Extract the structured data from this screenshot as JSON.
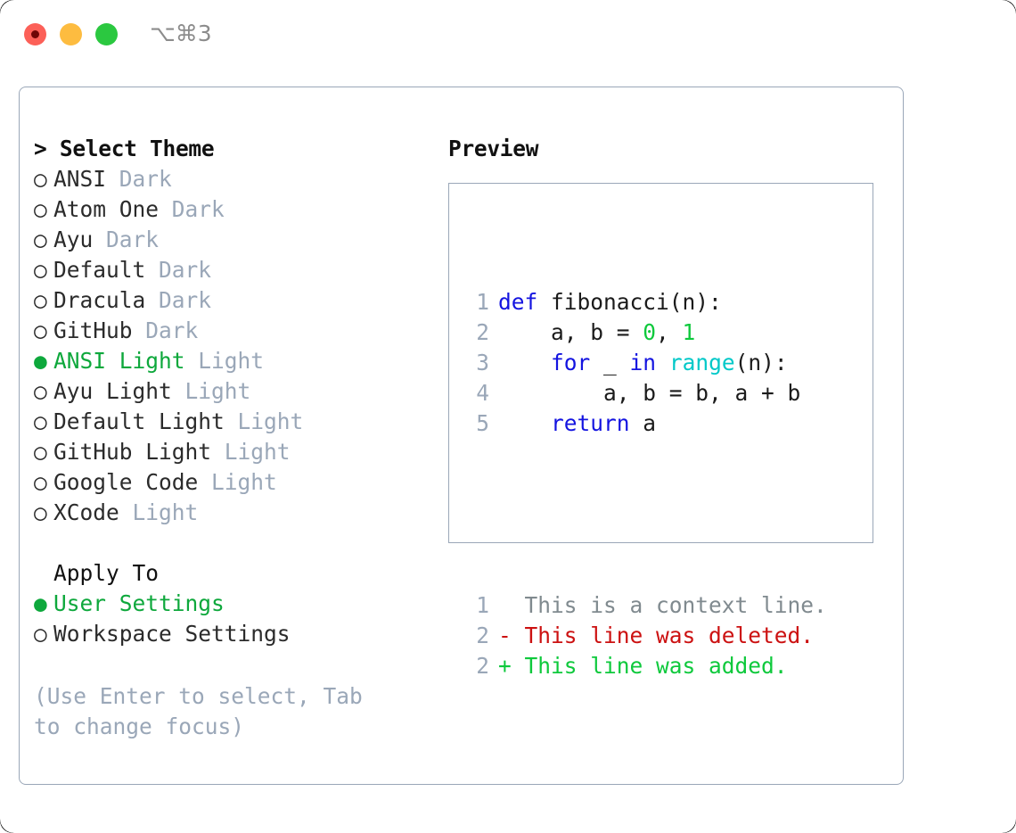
{
  "window": {
    "title": "⌥⌘3",
    "traffic_lights": [
      {
        "name": "close",
        "color": "#fc6058"
      },
      {
        "name": "minimize",
        "color": "#fdbc40"
      },
      {
        "name": "zoom",
        "color": "#2bc840"
      }
    ]
  },
  "theme_panel": {
    "header": "> Select Theme",
    "items": [
      {
        "bullet": "○",
        "name": "ANSI",
        "kind": "Dark",
        "selected": false
      },
      {
        "bullet": "○",
        "name": "Atom One",
        "kind": "Dark",
        "selected": false
      },
      {
        "bullet": "○",
        "name": "Ayu",
        "kind": "Dark",
        "selected": false
      },
      {
        "bullet": "○",
        "name": "Default",
        "kind": "Dark",
        "selected": false
      },
      {
        "bullet": "○",
        "name": "Dracula",
        "kind": "Dark",
        "selected": false
      },
      {
        "bullet": "○",
        "name": "GitHub",
        "kind": "Dark",
        "selected": false
      },
      {
        "bullet": "●",
        "name": "ANSI Light",
        "kind": "Light",
        "selected": true
      },
      {
        "bullet": "○",
        "name": "Ayu Light",
        "kind": "Light",
        "selected": false
      },
      {
        "bullet": "○",
        "name": "Default Light",
        "kind": "Light",
        "selected": false
      },
      {
        "bullet": "○",
        "name": "GitHub Light",
        "kind": "Light",
        "selected": false
      },
      {
        "bullet": "○",
        "name": "Google Code",
        "kind": "Light",
        "selected": false
      },
      {
        "bullet": "○",
        "name": "XCode",
        "kind": "Light",
        "selected": false
      }
    ]
  },
  "apply_to": {
    "header": "Apply To",
    "options": [
      {
        "bullet": "●",
        "label": "User Settings",
        "selected": true
      },
      {
        "bullet": "○",
        "label": "Workspace Settings",
        "selected": false
      }
    ]
  },
  "hint": "(Use Enter to select, Tab to change focus)",
  "preview": {
    "title": "Preview",
    "code_lines": [
      {
        "num": "1",
        "segments": [
          {
            "text": "def ",
            "style": "tok-kw"
          },
          {
            "text": "fibonacci(n):",
            "style": "tok-txt"
          }
        ]
      },
      {
        "num": "2",
        "segments": [
          {
            "text": "    a, b = ",
            "style": "tok-txt"
          },
          {
            "text": "0",
            "style": "tok-num"
          },
          {
            "text": ", ",
            "style": "tok-txt"
          },
          {
            "text": "1",
            "style": "tok-num"
          }
        ]
      },
      {
        "num": "3",
        "segments": [
          {
            "text": "    ",
            "style": "tok-txt"
          },
          {
            "text": "for",
            "style": "tok-kw"
          },
          {
            "text": " _ ",
            "style": "tok-txt"
          },
          {
            "text": "in",
            "style": "tok-kw"
          },
          {
            "text": " ",
            "style": "tok-txt"
          },
          {
            "text": "range",
            "style": "tok-fn"
          },
          {
            "text": "(n):",
            "style": "tok-txt"
          }
        ]
      },
      {
        "num": "4",
        "segments": [
          {
            "text": "        a, b = b, a + b",
            "style": "tok-txt"
          }
        ]
      },
      {
        "num": "5",
        "segments": [
          {
            "text": "    ",
            "style": "tok-txt"
          },
          {
            "text": "return",
            "style": "tok-kw"
          },
          {
            "text": " a",
            "style": "tok-txt"
          }
        ]
      }
    ],
    "diff_lines": [
      {
        "num": "1",
        "marker": " ",
        "text": "  This is a context line.",
        "style": "diff-ctx"
      },
      {
        "num": "2",
        "marker": "-",
        "text": "- This line was deleted.",
        "style": "diff-del"
      },
      {
        "num": "2",
        "marker": "+",
        "text": "+ This line was added.",
        "style": "diff-add"
      }
    ]
  },
  "colors": {
    "accent_green": "#0ea83c",
    "muted": "#9aa7b8",
    "keyword_blue": "#1414e0",
    "function_cyan": "#00c8c8",
    "number_green": "#0ec93c",
    "diff_delete_red": "#cc1111",
    "diff_add_green": "#0ec93c",
    "panel_border": "#9aa7b8"
  }
}
